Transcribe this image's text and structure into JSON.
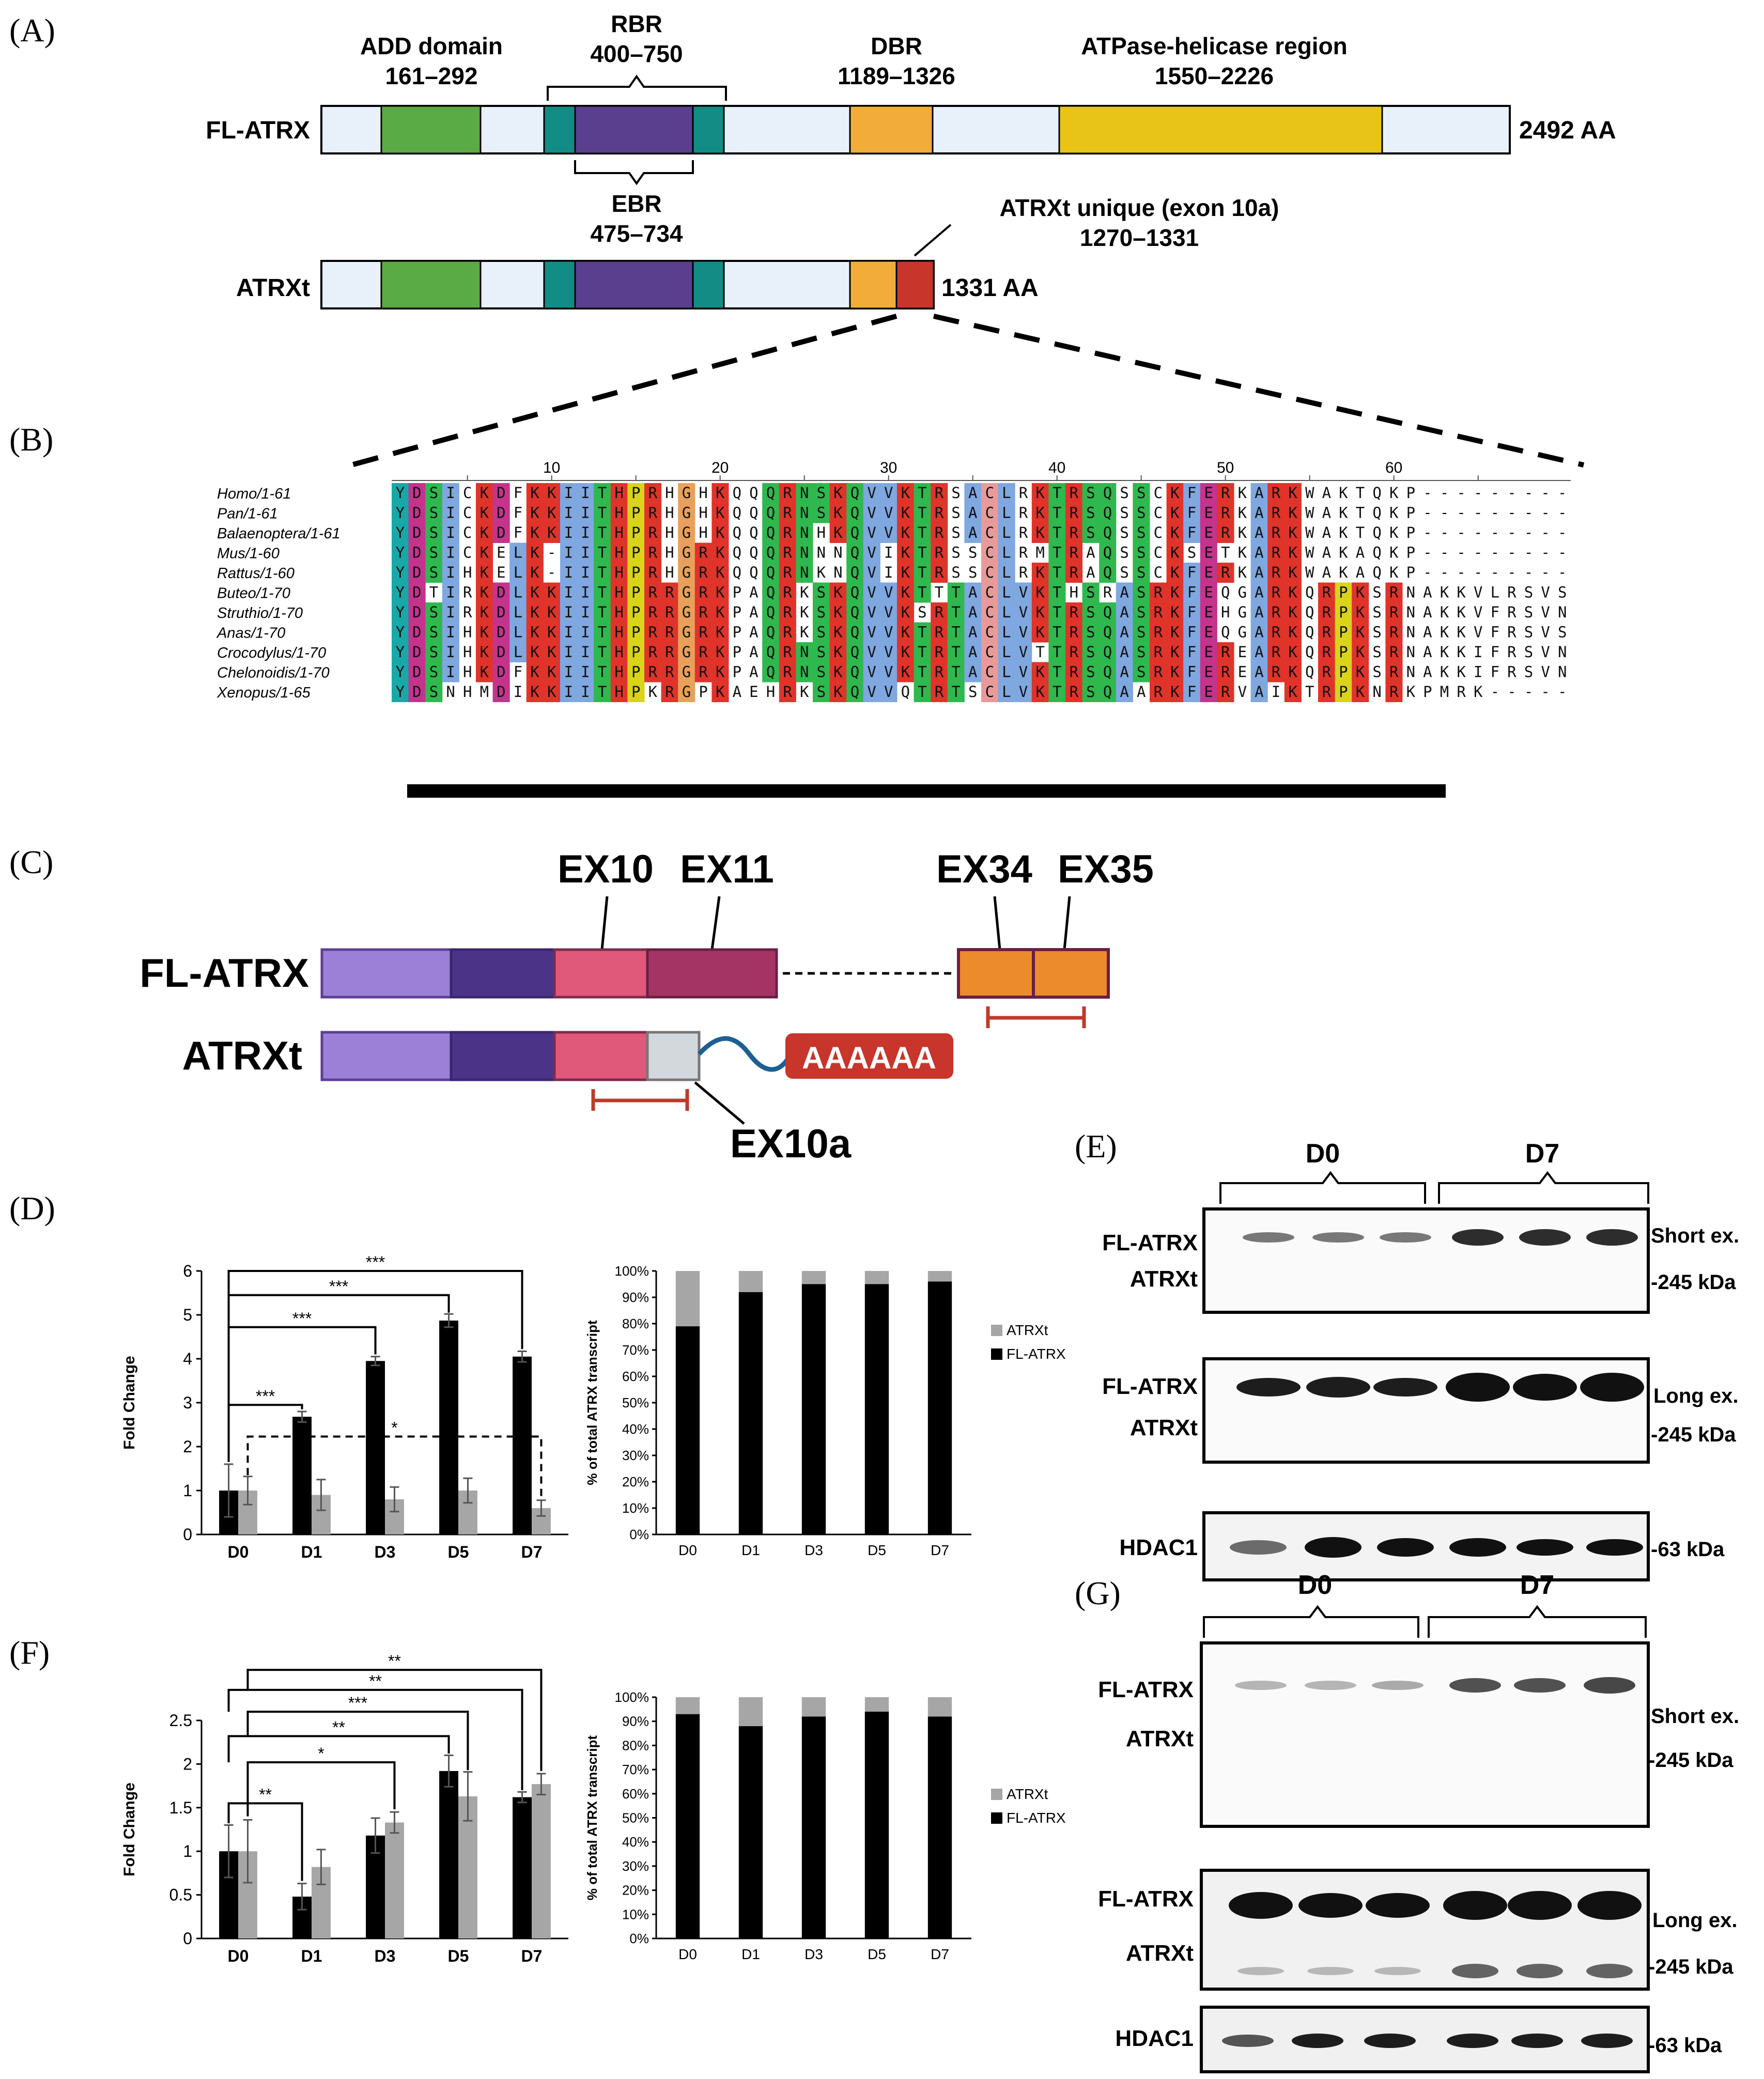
{
  "panels": {
    "A": "(A)",
    "B": "(B)",
    "C": "(C)",
    "D": "(D)",
    "E": "(E)",
    "F": "(F)",
    "G": "(G)"
  },
  "panel_a": {
    "fl_label": "FL-ATRX",
    "fl_length": "2492 AA",
    "t_label": "ATRXt",
    "t_length": "1331 AA",
    "add_name": "ADD domain",
    "add_range": "161–292",
    "rbr_name": "RBR",
    "rbr_range": "400–750",
    "dbr_name": "DBR",
    "dbr_range": "1189–1326",
    "atpase_name": "ATPase-helicase region",
    "atpase_range": "1550–2226",
    "ebr_name": "EBR",
    "ebr_range": "475–734",
    "unique_name": "ATRXt unique (exon 10a)",
    "unique_range": "1270–1331",
    "colors": {
      "backbone": "#e8f0fa",
      "add": "#5aaa46",
      "teal": "#138c86",
      "rbr": "#5a3f8e",
      "dbr": "#f2ac3a",
      "atpase": "#e8c318",
      "unique": "#c7352b"
    }
  },
  "panel_b": {
    "ruler": [
      "10",
      "20",
      "30",
      "40",
      "50",
      "60"
    ],
    "species": [
      "Homo/1-61",
      "Pan/1-61",
      "Balaenoptera/1-61",
      "Mus/1-60",
      "Rattus/1-60",
      "Buteo/1-70",
      "Struthio/1-70",
      "Anas/1-70",
      "Crocodylus/1-70",
      "Chelonoidis/1-70",
      "Xenopus/1-65"
    ],
    "sequences": [
      "YDSICKDFKKIITHPRHGHKQQQRNSKQVVKTRSACLRKTRSQSSCKFERKARKWAKTQKP---------",
      "YDSICKDFKKIITHPRHGHKQQQRNSKQVVKTRSACLRKTRSQSSCKFERKARKWAKTQKP---------",
      "YDSICKDFKKIITHPRHGHKQQQRNHKQVVKTRSACLRKTRSQSSCKFERKARKWAKTQKP---------",
      "YDSICKELK-IITHPRHGRKQQQRNNNQVIKTRSSCLRMTRAQSSCKSETKARKWAKAQKP---------",
      "YDSIHKELK-IITHPRHGRKQQQRNKNQVIKTRSSCLRKTRAQSSCKFERKARKWAKAQKP---------",
      "YDTIRKDLKKIITHPRRGRKPAQRKSKQVVKTTTACLVKTHSRASRKFEQGARKQRPKSRNAKKVLRSVS",
      "YDSIRKDLKKIITHPRRGRKPAQRKSKQVVKSRTACLVKTRSQASRKFEHGARKQRPKSRNAKKVFRSVN",
      "YDSIHKDLKKIITHPRRGRKPAQRKSKQVVKTRTACLVKTRSQASRKFEQGARKQRPKSRNAKKVFRSVS",
      "YDSIHKDLKKIITHPRRGRKPAQRNSKQVVKTRTACLVTTRSQASRKFEREARKQRPKSRNAKKIFRSVN",
      "YDSIHKDFKKIITHPRRGRKPAQRNSKQVVKTRTACLVKTRSQASRKFEREARKQRPKSRNAKKIFRSVN",
      "YDSNHMDIKKIITHPKRGPKAEHRKSKQVVQTRTSCLVKTRSQAARKFERVAIKTRPKNRKPMRK-----"
    ]
  },
  "panel_c": {
    "ex10": "EX10",
    "ex11": "EX11",
    "ex34": "EX34",
    "ex35": "EX35",
    "ex10a": "EX10a",
    "fl_label": "FL-ATRX",
    "t_label": "ATRXt",
    "polya": "AAAAAA"
  },
  "chart_data": [
    {
      "type": "bar",
      "id": "D-left",
      "categories": [
        "D0",
        "D1",
        "D3",
        "D5",
        "D7"
      ],
      "ylabel": "Fold Change",
      "ylim": [
        0,
        6
      ],
      "yticks": [
        "0",
        "1",
        "2",
        "3",
        "4",
        "5",
        "6"
      ],
      "series": [
        {
          "name": "FL-ATRX",
          "values": [
            1.0,
            2.68,
            3.95,
            4.87,
            4.05
          ],
          "errors": [
            0.6,
            0.12,
            0.1,
            0.15,
            0.12
          ],
          "color": "#000000"
        },
        {
          "name": "ATRXt",
          "values": [
            1.0,
            0.9,
            0.8,
            1.0,
            0.6
          ],
          "errors": [
            0.32,
            0.35,
            0.28,
            0.28,
            0.18
          ],
          "color": "#a6a6a6"
        }
      ],
      "significance": [
        "***",
        "***",
        "***",
        "***",
        "*"
      ]
    },
    {
      "type": "bar",
      "id": "D-right",
      "stacked": true,
      "categories": [
        "D0",
        "D1",
        "D3",
        "D5",
        "D7"
      ],
      "ylabel": "% of total ATRX transcript",
      "yticks": [
        "0%",
        "10%",
        "20%",
        "30%",
        "40%",
        "50%",
        "60%",
        "70%",
        "80%",
        "90%",
        "100%"
      ],
      "series": [
        {
          "name": "FL-ATRX",
          "values": [
            79,
            92,
            95,
            95,
            96
          ],
          "color": "#000000"
        },
        {
          "name": "ATRXt",
          "values": [
            21,
            8,
            5,
            5,
            4
          ],
          "color": "#a6a6a6"
        }
      ]
    },
    {
      "type": "bar",
      "id": "F-left",
      "categories": [
        "D0",
        "D1",
        "D3",
        "D5",
        "D7"
      ],
      "ylabel": "Fold Change",
      "ylim": [
        0,
        2.5
      ],
      "yticks": [
        "0",
        "0.5",
        "1",
        "1.5",
        "2",
        "2.5"
      ],
      "series": [
        {
          "name": "FL-ATRX",
          "values": [
            1.0,
            0.48,
            1.18,
            1.92,
            1.62
          ],
          "errors": [
            0.3,
            0.15,
            0.2,
            0.18,
            0.06
          ],
          "color": "#000000"
        },
        {
          "name": "ATRXt",
          "values": [
            1.0,
            0.82,
            1.33,
            1.63,
            1.77
          ],
          "errors": [
            0.36,
            0.2,
            0.12,
            0.28,
            0.12
          ],
          "color": "#a6a6a6"
        }
      ],
      "significance": [
        "**",
        "*",
        "**",
        "***",
        "**",
        "**"
      ]
    },
    {
      "type": "bar",
      "id": "F-right",
      "stacked": true,
      "categories": [
        "D0",
        "D1",
        "D3",
        "D5",
        "D7"
      ],
      "ylabel": "% of total ATRX transcript",
      "yticks": [
        "0%",
        "10%",
        "20%",
        "30%",
        "40%",
        "50%",
        "60%",
        "70%",
        "80%",
        "90%",
        "100%"
      ],
      "series": [
        {
          "name": "FL-ATRX",
          "values": [
            93,
            88,
            92,
            94,
            92
          ],
          "color": "#000000"
        },
        {
          "name": "ATRXt",
          "values": [
            7,
            12,
            8,
            6,
            8
          ],
          "color": "#a6a6a6"
        }
      ]
    }
  ],
  "legend": {
    "atrxt": "ATRXt",
    "fl": "FL-ATRX"
  },
  "blots": {
    "e": {
      "d0": "D0",
      "d7": "D7",
      "fl": "FL-ATRX",
      "t": "ATRXt",
      "hdac": "HDAC1",
      "short": "Short ex.",
      "long": "Long ex.",
      "kda245": "-245 kDa",
      "kda63": "-63 kDa"
    },
    "g": {
      "d0": "D0",
      "d7": "D7",
      "fl": "FL-ATRX",
      "t": "ATRXt",
      "hdac": "HDAC1",
      "short": "Short ex.",
      "long": "Long ex.",
      "kda245": "-245 kDa",
      "kda63": "-63 kDa"
    }
  }
}
